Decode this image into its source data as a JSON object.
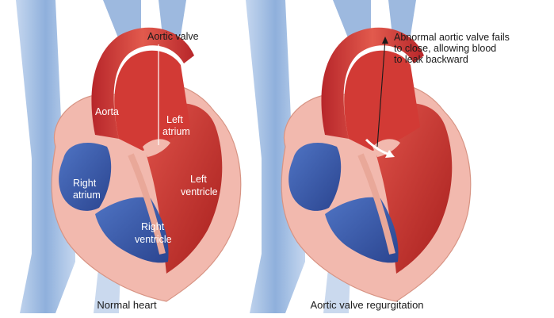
{
  "panels": [
    {
      "caption": "Normal heart",
      "labels": {
        "aortic_valve": "Aortic valve",
        "aorta": "Aorta",
        "left_atrium": [
          "Left",
          "atrium"
        ],
        "right_atrium": [
          "Right",
          "atrium"
        ],
        "left_ventricle": [
          "Left",
          "ventricle"
        ],
        "right_ventricle": [
          "Right",
          "ventricle"
        ]
      }
    },
    {
      "caption": "Aortic valve regurgitation",
      "callout": [
        "Abnormal aortic valve fails",
        "to close, allowing blood",
        "to leak backward"
      ]
    }
  ],
  "colors": {
    "oxygenated": "#c8312e",
    "deoxygenated": "#3a5aa8",
    "wall": "#f2b9ae",
    "vein_light": "#a9c3e6"
  }
}
